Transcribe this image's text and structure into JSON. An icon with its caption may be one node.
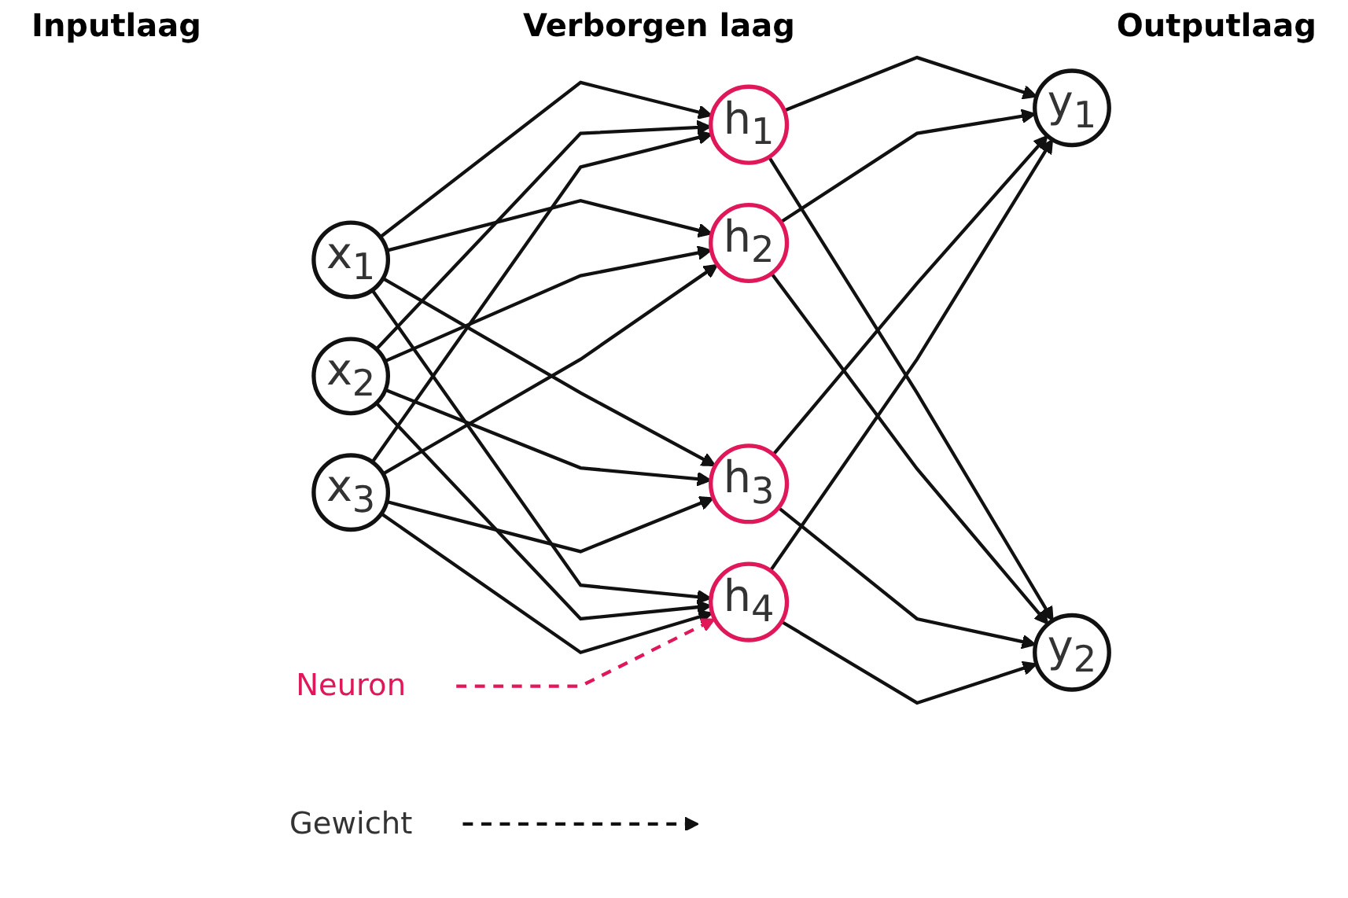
{
  "diagram": {
    "nodes": [
      {
        "text": [
          "x$_{1}$"
        ]
      },
      {
        "text": [
          "x$_{2}$"
        ]
      },
      {
        "text": [
          "x$_{3}$"
        ]
      },
      {
        "text": [
          "h$_{1}$"
        ]
      },
      {
        "text": [
          "h$_{2}$"
        ]
      },
      {
        "text": [
          "h$_{3}$"
        ]
      },
      {
        "text": [
          "h$_{4}$"
        ]
      },
      {
        "text": [
          "y$_{1}$"
        ]
      },
      {
        "text": [
          "y$_{2}$"
        ]
      },
      {
        "text": [
          "Gewicht"
        ]
      },
      {
        "text": [
          "Neuron"
        ]
      }
    ],
    "edges": [
      {
        "from": 0,
        "to": 3,
        "arrow": "to"
      },
      {
        "from": 0,
        "to": 4,
        "arrow": "to"
      },
      {
        "from": 0,
        "to": 5,
        "arrow": "to"
      },
      {
        "from": 0,
        "to": 6,
        "arrow": "to"
      },
      {
        "from": 1,
        "to": 3,
        "arrow": "to"
      },
      {
        "from": 1,
        "to": 4,
        "arrow": "to"
      },
      {
        "from": 1,
        "to": 5,
        "arrow": "to"
      },
      {
        "from": 1,
        "to": 6,
        "arrow": "to"
      },
      {
        "from": 2,
        "to": 3,
        "arrow": "to"
      },
      {
        "from": 2,
        "to": 4,
        "arrow": "to"
      },
      {
        "from": 2,
        "to": 5,
        "arrow": "to"
      },
      {
        "from": 2,
        "to": 6,
        "arrow": "to"
      },
      {
        "from": 3,
        "to": 7,
        "arrow": "to"
      },
      {
        "from": 3,
        "to": 8,
        "arrow": "to"
      },
      {
        "from": 4,
        "to": 7,
        "arrow": "to"
      },
      {
        "from": 4,
        "to": 8,
        "arrow": "to"
      },
      {
        "from": 5,
        "to": 7,
        "arrow": "to"
      },
      {
        "from": 5,
        "to": 8,
        "arrow": "to"
      },
      {
        "from": 6,
        "to": 7,
        "arrow": "to"
      },
      {
        "from": 6,
        "to": 8,
        "arrow": "to"
      },
      {
        "from": 9,
        "to": null,
        "arrow": "to",
        "style": "dashed"
      },
      {
        "from": 10,
        "to": 6,
        "arrow": "to",
        "style": "dashed",
        "color": "#e0185a"
      }
    ],
    "labels": [
      "Verborgen laag",
      "Inputlaag",
      "Outputlaag"
    ]
  }
}
